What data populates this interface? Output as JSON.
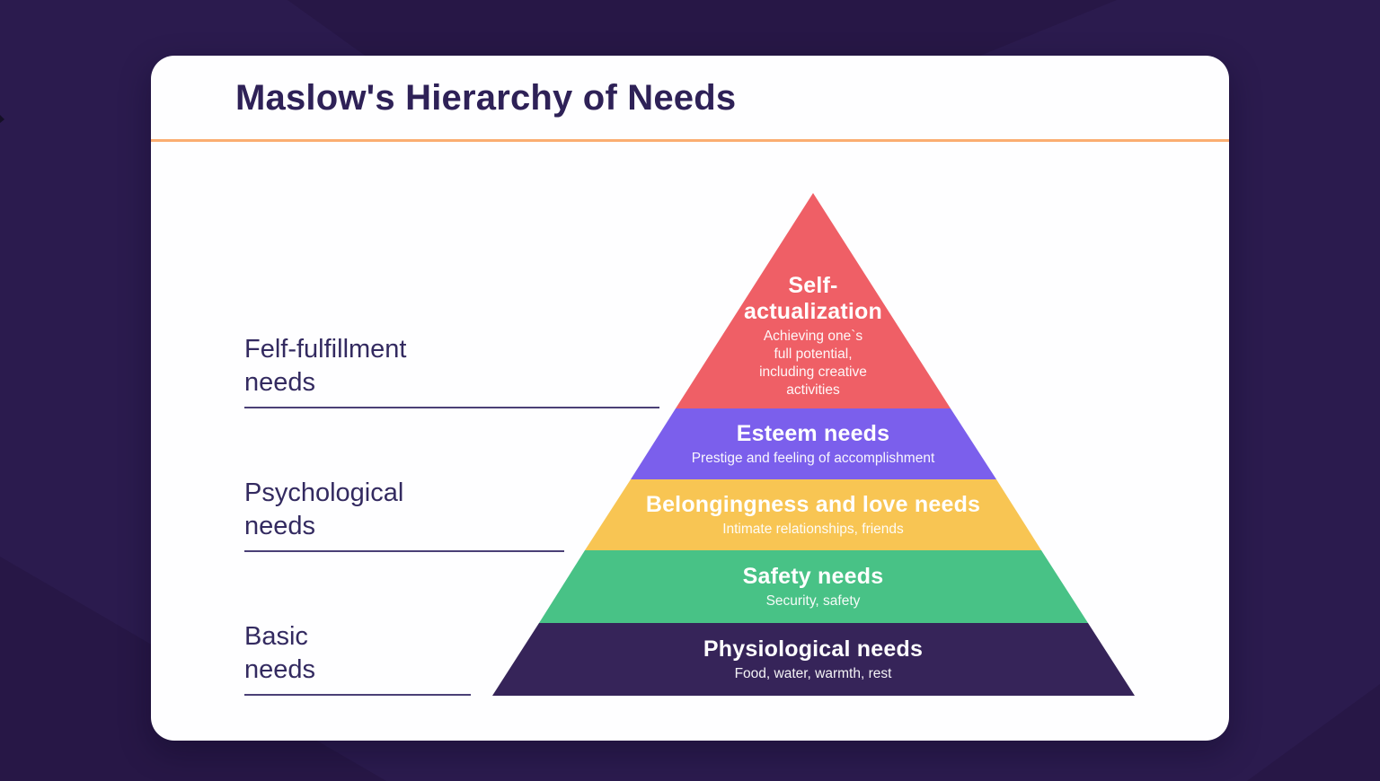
{
  "background": {
    "base_color": "#2B1B4E",
    "shade_color": "#271746"
  },
  "card": {
    "bg_color": "#FEFEFF",
    "divider_color": "#FBAD71"
  },
  "title": "Maslow's Hierarchy of Needs",
  "side_labels": [
    {
      "text": "Felf-fulfillment\nneeds"
    },
    {
      "text": "Psychological\nneeds"
    },
    {
      "text": "Basic\nneeds"
    }
  ],
  "pyramid": {
    "levels": [
      {
        "name": "Self-\nactualization",
        "description": "Achieving one`s\nfull potential,\nincluding creative\nactivities",
        "color": "#EF5F66"
      },
      {
        "name": "Esteem needs",
        "description": "Prestige and feeling of accomplishment",
        "color": "#7B5FEC"
      },
      {
        "name": "Belongingness and love needs",
        "description": "Intimate relationships, friends",
        "color": "#F8C553"
      },
      {
        "name": "Safety needs",
        "description": "Security, safety",
        "color": "#48C286"
      },
      {
        "name": "Physiological needs",
        "description": "Food, water, warmth, rest",
        "color": "#362459"
      }
    ]
  }
}
